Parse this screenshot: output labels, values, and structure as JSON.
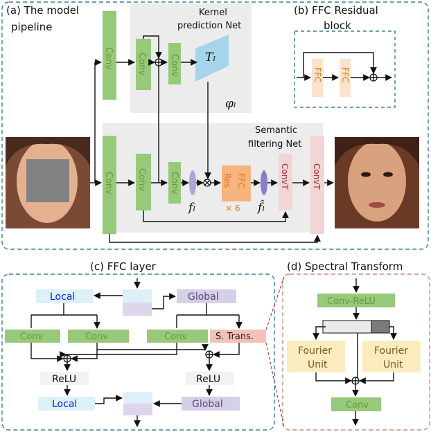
{
  "panels": {
    "a_title_1": "(a) The model",
    "a_title_2": "pipeline",
    "b_title_1": "(b) FFC Residual",
    "b_title_2": "block",
    "c_title": "(c) FFC layer",
    "d_title": "(d) Spectral Transform"
  },
  "blocks": {
    "conv": "Conv",
    "convt": "ConvT"
  },
  "panel_a": {
    "kernel_net_1": "Kernel",
    "kernel_net_2": "prediction Net",
    "filter_net_1": "Semantic",
    "filter_net_2": "filtering Net",
    "tl": "Tₗ",
    "phi": "φₗ",
    "fl": "fₗ",
    "fl_hat": "f̂ₗ",
    "ffc_res_res": "Res",
    "ffc_res_ffc": "FFC",
    "times": "× 6"
  },
  "panel_b": {
    "ffc": "FFC"
  },
  "panel_c": {
    "local": "Local",
    "global": "Global",
    "s_trans": "S. Trans.",
    "relu": "ReLU"
  },
  "panel_d": {
    "conv_relu": "Conv-ReLU",
    "fourier": "Fourier",
    "unit": "Unit"
  }
}
